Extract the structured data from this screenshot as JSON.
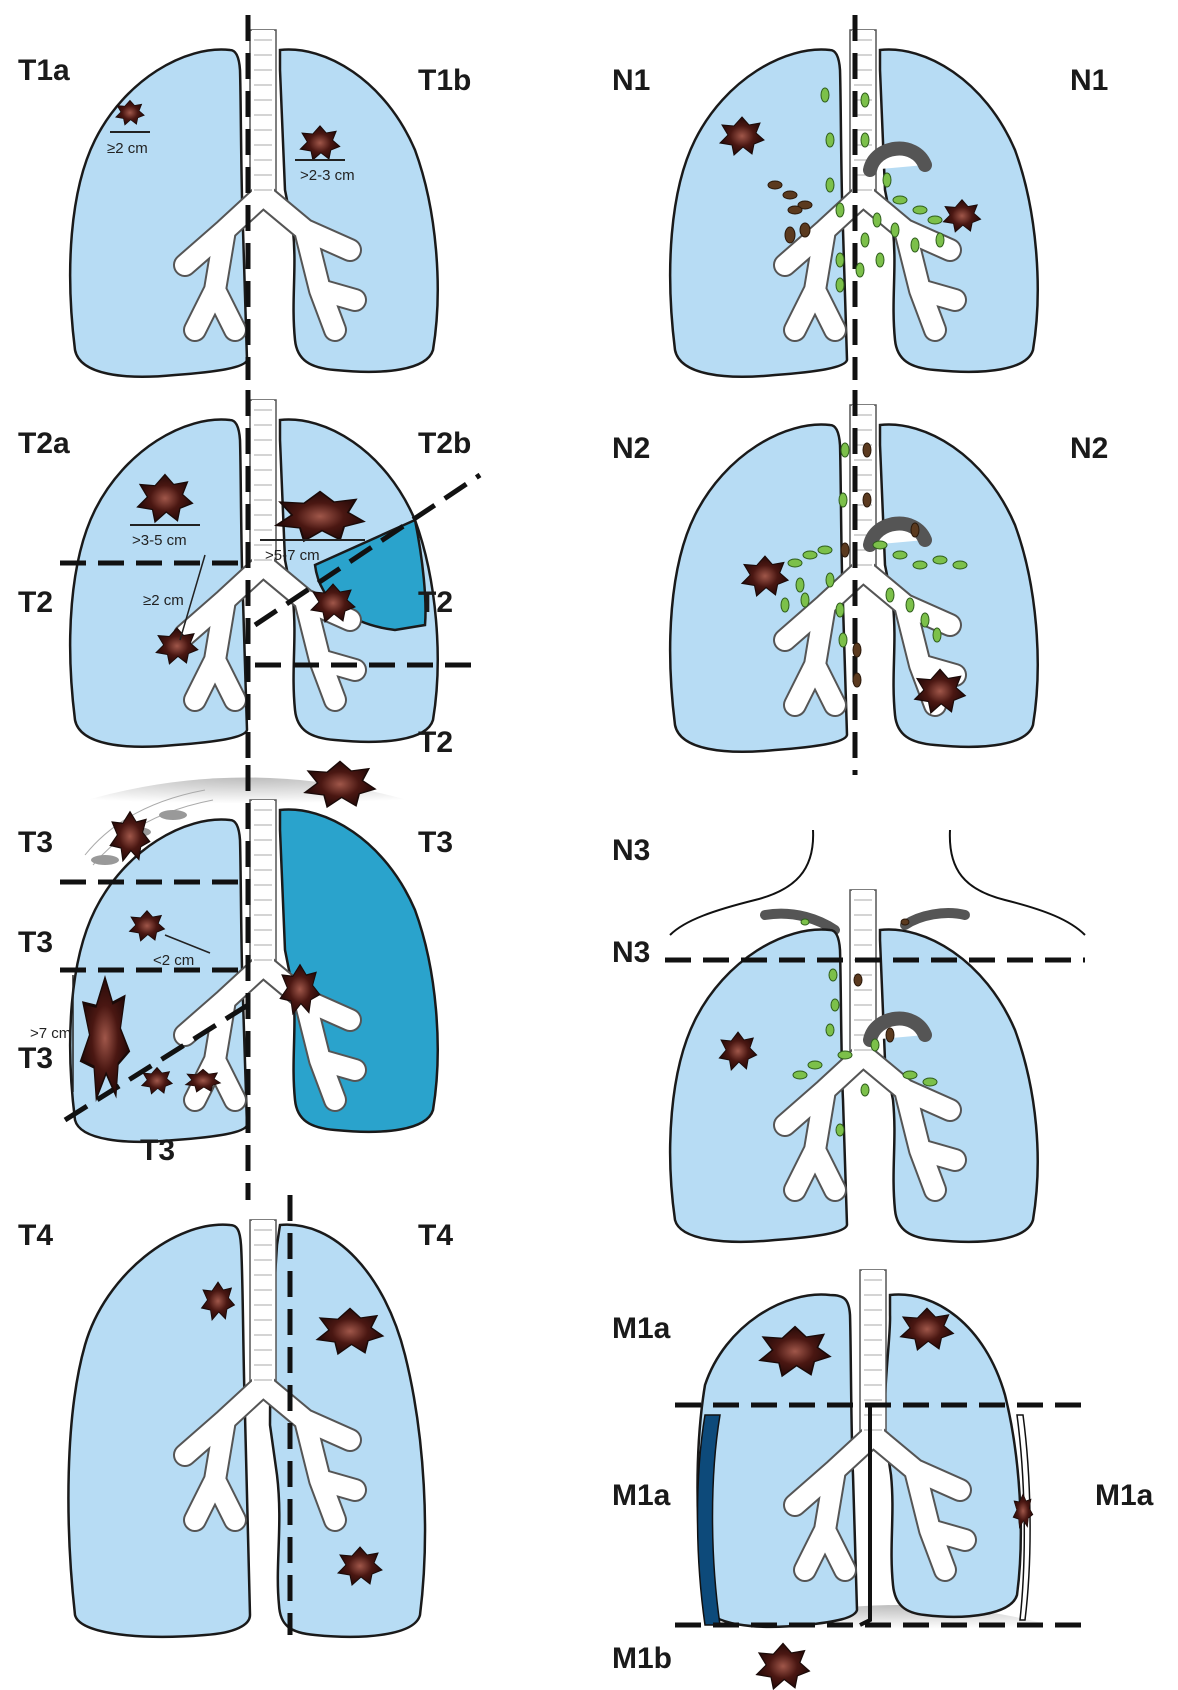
{
  "panels": {
    "t1": {
      "left_label": "T1a",
      "right_label": "T1b",
      "left_size": "≥2 cm",
      "right_size": ">2-3 cm"
    },
    "t2": {
      "left_top_label": "T2a",
      "right_top_label": "T2b",
      "left_mid_label": "T2",
      "right_mid_label": "T2",
      "bottom_label": "T2",
      "size_a": ">3-5 cm",
      "size_b": ">5-7 cm",
      "size_c": "≥2 cm"
    },
    "t3": {
      "top_left_label": "T3",
      "top_right_label": "T3",
      "mid_label": "T3",
      "low_label": "T3",
      "bottom_label": "T3",
      "size_a": "<2 cm",
      "size_b": ">7 cm"
    },
    "t4": {
      "left_label": "T4",
      "right_label": "T4"
    },
    "n1": {
      "left_label": "N1",
      "right_label": "N1"
    },
    "n2": {
      "left_label": "N2",
      "right_label": "N2"
    },
    "n3": {
      "top_label": "N3",
      "bottom_label": "N3"
    },
    "m1": {
      "top_label": "M1a",
      "mid_left_label": "M1a",
      "mid_right_label": "M1a",
      "bottom_label": "M1b"
    }
  },
  "colors": {
    "lung": "#b7dcf4",
    "lung_affected": "#2aa3cc",
    "tumor": "#3a1410",
    "node_normal": "#7cc04a",
    "node_metastatic": "#5b3a1f"
  }
}
